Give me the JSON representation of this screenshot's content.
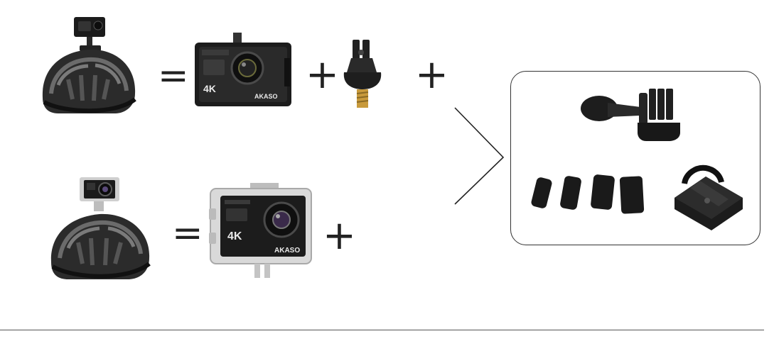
{
  "operators": {
    "equals": "=",
    "plus": "+"
  },
  "camera_front": {
    "resolution_badge": "4K",
    "brand": "AKASO"
  },
  "colors": {
    "camera_body": "#1c1c1c",
    "camera_face": "#2a2a2a",
    "helmet": "#2b2b2b",
    "housing": "#cfcfcf",
    "brass_screw": "#c89a3c",
    "divider": "#555555"
  },
  "icons": [
    "helmet-with-camera",
    "action-camera-in-frame",
    "tripod-screw-adapter",
    "action-camera-in-waterproof-case",
    "j-hook-mount-adapter",
    "adhesive-strips",
    "curved-base-mount",
    "chevron-right-icon"
  ]
}
